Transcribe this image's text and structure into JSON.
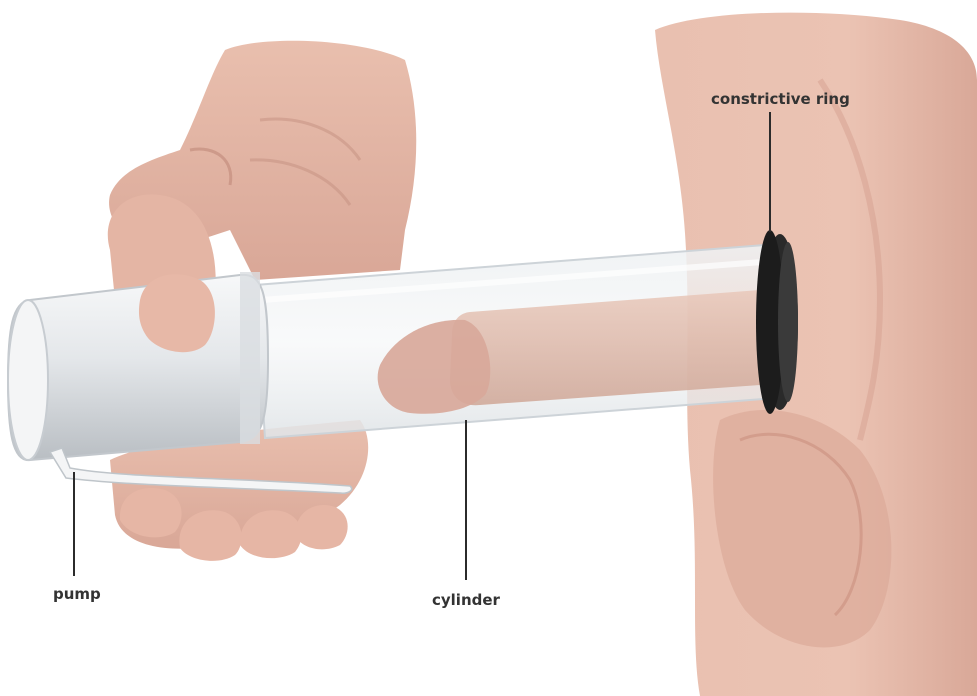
{
  "labels": {
    "constrictive_ring": "constrictive ring",
    "pump": "pump",
    "cylinder": "cylinder"
  },
  "colors": {
    "background": "#ffffff",
    "skin": "#e9bfae",
    "skin_shadow": "#cf9c8c",
    "label_text": "#333333",
    "leader_line": "#2b2b2b",
    "ring": "#222222",
    "pump_body": "#e8eaec"
  }
}
